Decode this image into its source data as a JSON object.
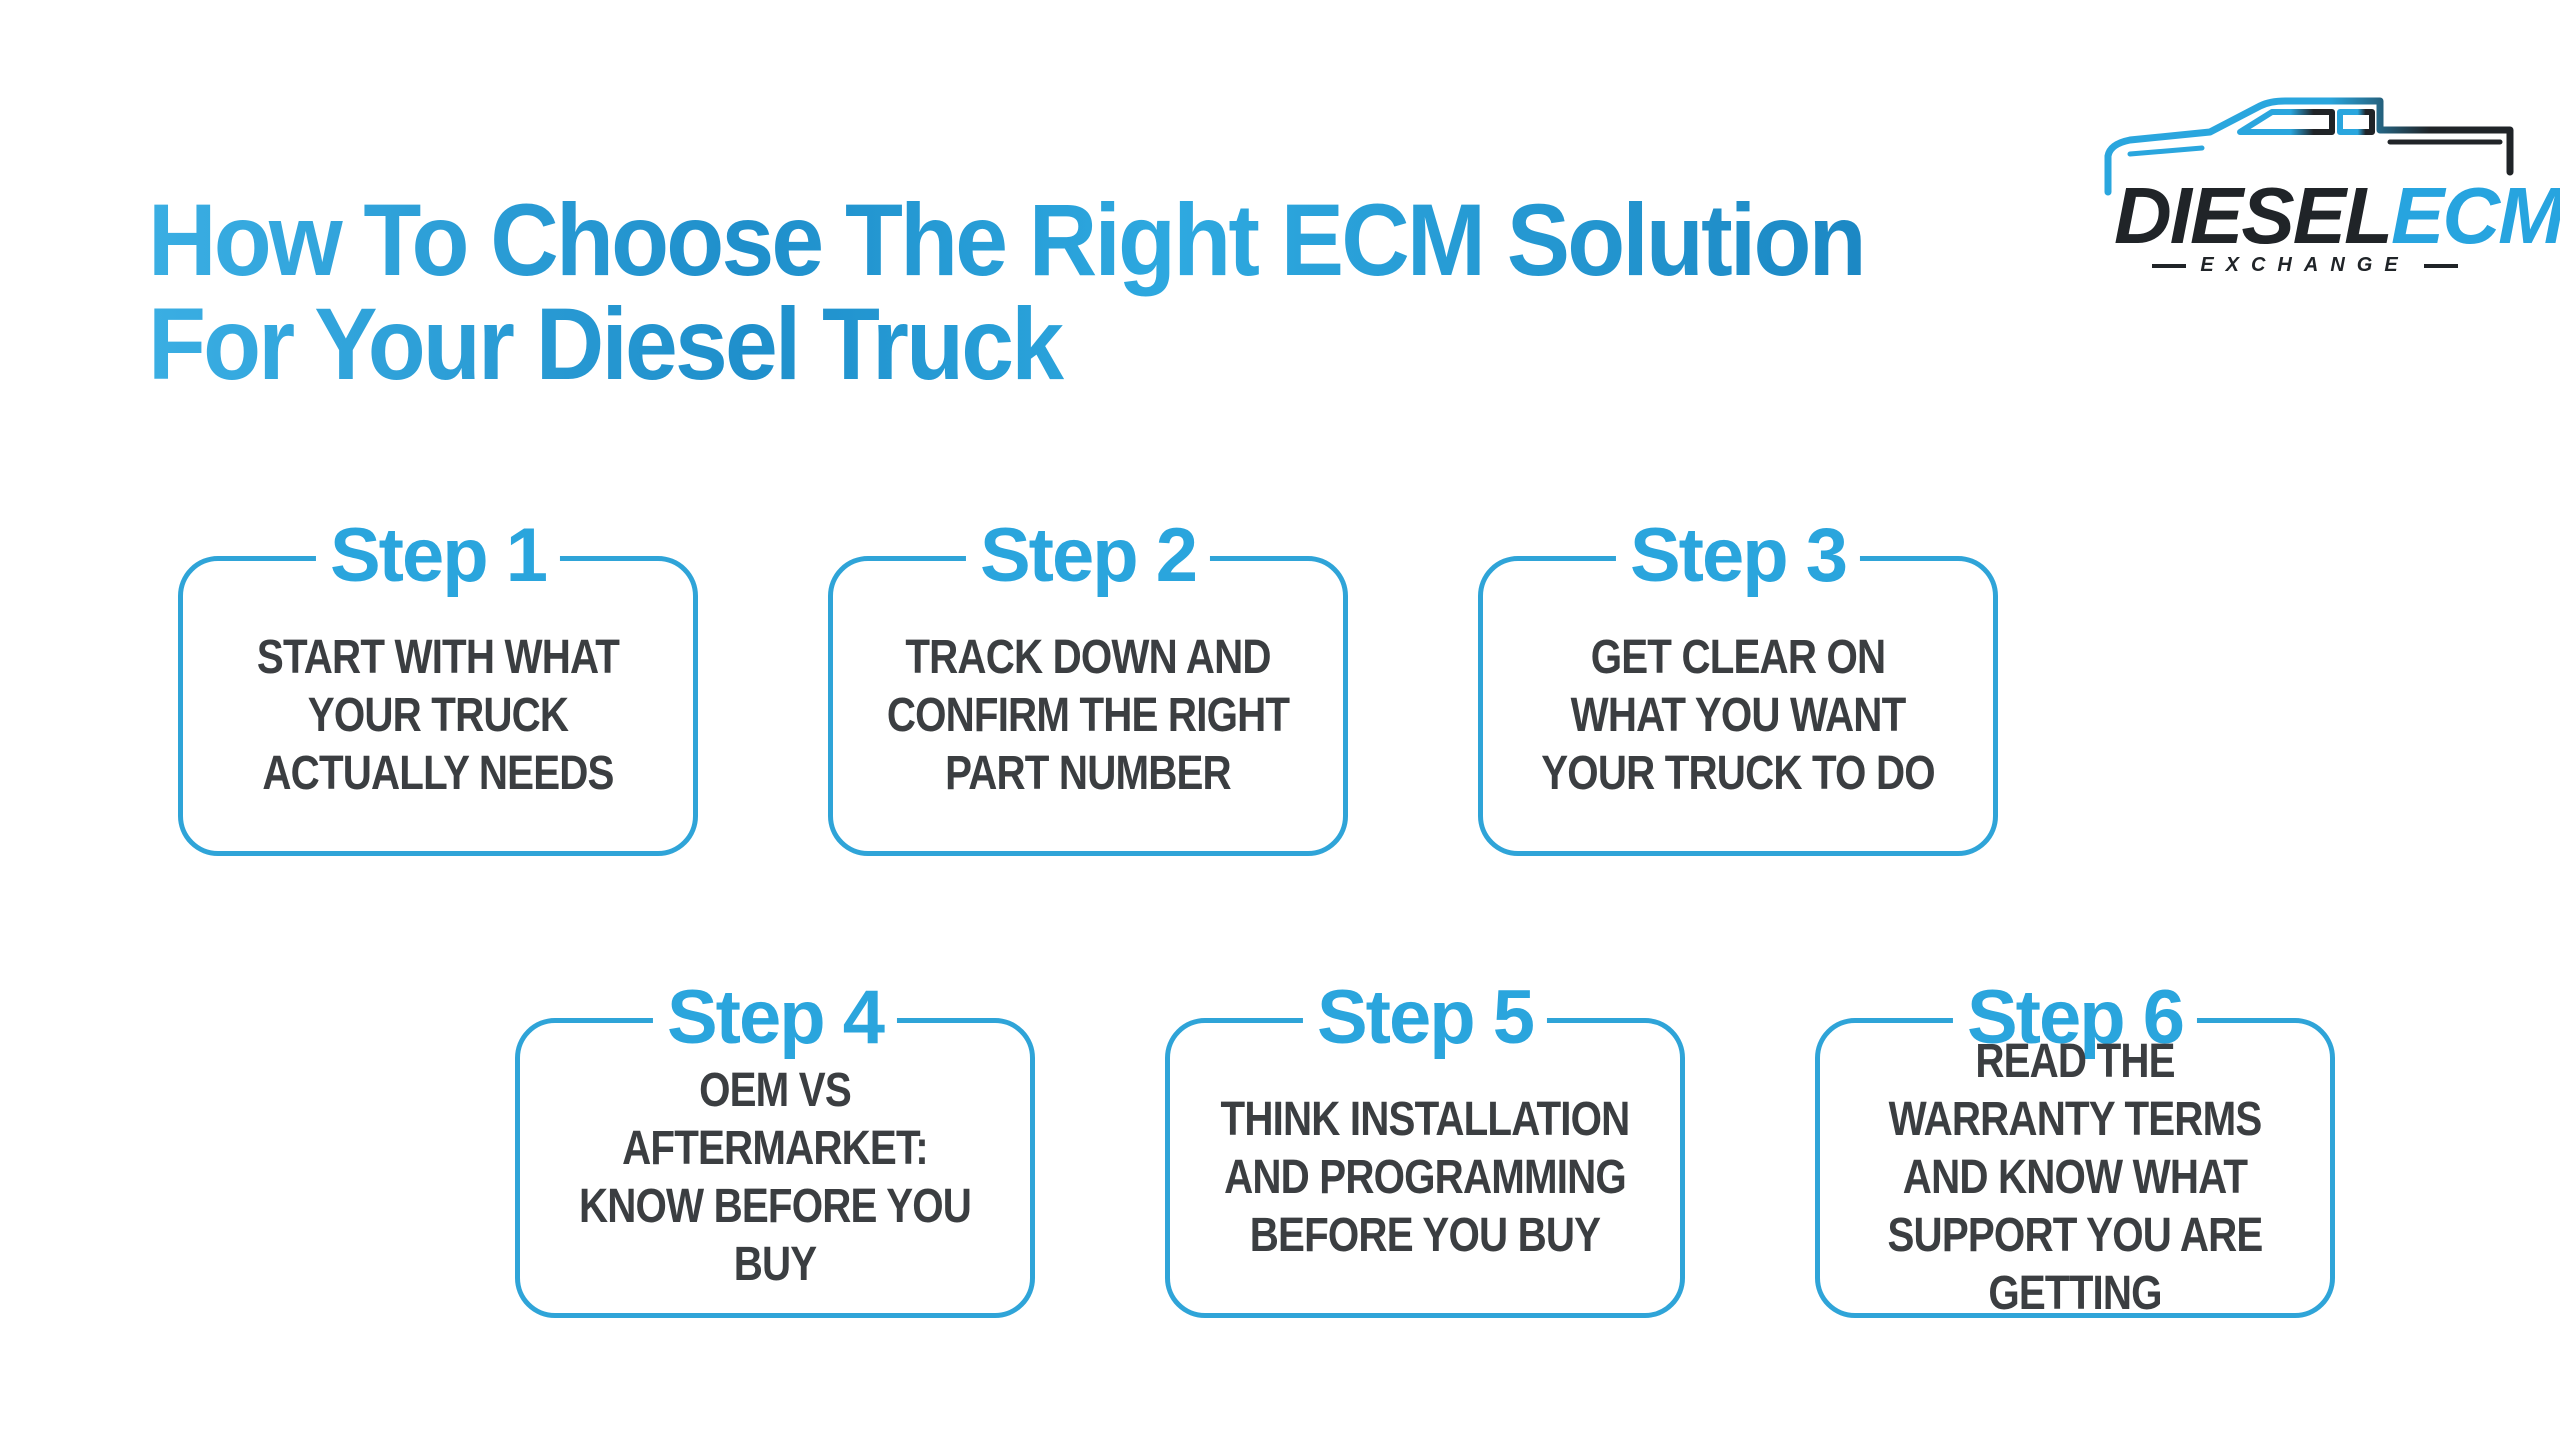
{
  "title": {
    "line1": "How To Choose The Right ECM Solution",
    "line2": "For Your Diesel Truck"
  },
  "logo": {
    "word_dark": "DIESEL",
    "word_accent": "ECM",
    "tagline": "EXCHANGE",
    "icon": "pickup-truck-outline-icon"
  },
  "colors": {
    "accent": "#2aa5dd",
    "text": "#3b3e41",
    "border": "#2fa4d8"
  },
  "steps": [
    {
      "label": "Step 1",
      "text": "START WITH WHAT YOUR TRUCK ACTUALLY NEEDS"
    },
    {
      "label": "Step 2",
      "text": "TRACK DOWN AND CONFIRM THE RIGHT PART NUMBER"
    },
    {
      "label": "Step 3",
      "text": "GET CLEAR ON WHAT YOU WANT YOUR TRUCK TO DO"
    },
    {
      "label": "Step 4",
      "text": "OEM VS AFTERMARKET: KNOW BEFORE YOU BUY"
    },
    {
      "label": "Step 5",
      "text": "THINK INSTALLATION AND PROGRAMMING BEFORE YOU BUY"
    },
    {
      "label": "Step 6",
      "text": "READ THE WARRANTY TERMS AND KNOW WHAT SUPPORT YOU ARE GETTING"
    }
  ]
}
